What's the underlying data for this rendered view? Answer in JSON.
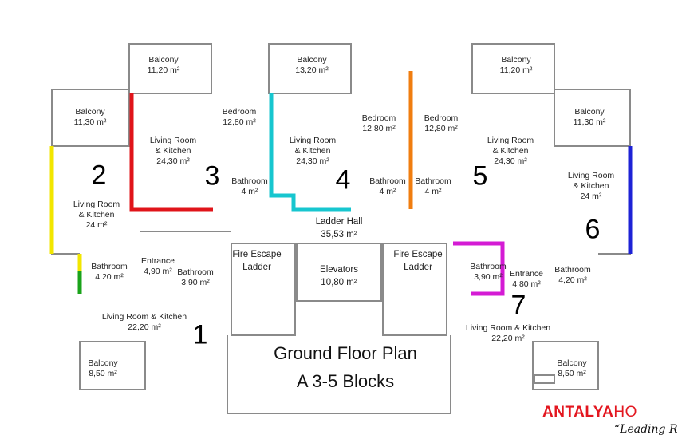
{
  "title": {
    "line1": "Ground Floor Plan",
    "line2": "A 3-5 Blocks"
  },
  "logo": {
    "brand_bold": "ANTALYA",
    "brand_thin": "HO",
    "tagline": "“Leading Real"
  },
  "colors": {
    "unit1": "#1aa31a",
    "unit2": "#f2e600",
    "unit3": "#e0141a",
    "unit4": "#17c6cf",
    "unit5": "#f07d0f",
    "unit6": "#1d22d6",
    "unit7": "#d41bd4",
    "wall": "#8a8a8a"
  },
  "units": [
    {
      "number": "1"
    },
    {
      "number": "2"
    },
    {
      "number": "3"
    },
    {
      "number": "4"
    },
    {
      "number": "5"
    },
    {
      "number": "6"
    },
    {
      "number": "7"
    }
  ],
  "rooms": {
    "balcony_u3": {
      "name": "Balcony",
      "area": "11,20 m²"
    },
    "balcony_u4": {
      "name": "Balcony",
      "area": "13,20 m²"
    },
    "balcony_u5": {
      "name": "Balcony",
      "area": "11,20 m²"
    },
    "balcony_u2": {
      "name": "Balcony",
      "area": "11,30 m²"
    },
    "balcony_u6": {
      "name": "Balcony",
      "area": "11,30 m²"
    },
    "bedroom_u3": {
      "name": "Bedroom",
      "area": "12,80 m²"
    },
    "bedroom_u4": {
      "name": "Bedroom",
      "area": "12,80 m²"
    },
    "bedroom_u5": {
      "name": "Bedroom",
      "area": "12,80 m²"
    },
    "living_u3": {
      "name1": "Living Room",
      "name2": "& Kitchen",
      "area": "24,30 m²"
    },
    "living_u4": {
      "name1": "Living Room",
      "name2": "& Kitchen",
      "area": "24,30 m²"
    },
    "living_u5": {
      "name1": "Living Room",
      "name2": "& Kitchen",
      "area": "24,30 m²"
    },
    "living_u2": {
      "name1": "Living Room",
      "name2": "& Kitchen",
      "area": "24 m²"
    },
    "living_u6": {
      "name1": "Living Room",
      "name2": "& Kitchen",
      "area": "24 m²"
    },
    "bath_u3": {
      "name": "Bathroom",
      "area": "4 m²"
    },
    "bath_u4": {
      "name": "Bathroom",
      "area": "4 m²"
    },
    "bath_u5": {
      "name": "Bathroom",
      "area": "4 m²"
    },
    "ladder_hall": {
      "name": "Ladder Hall",
      "area": "35,53 m²"
    },
    "fire_escape_left": {
      "name1": "Fire Escape",
      "name2": "Ladder"
    },
    "fire_escape_right": {
      "name1": "Fire Escape",
      "name2": "Ladder"
    },
    "elevators": {
      "name": "Elevators",
      "area": "10,80 m²"
    },
    "bath_u2": {
      "name": "Bathroom",
      "area": "4,20 m²"
    },
    "entrance_u1": {
      "name": "Entrance",
      "area": "4,90 m²"
    },
    "bath_u1": {
      "name": "Bathroom",
      "area": "3,90 m²"
    },
    "living_u1": {
      "name": "Living Room & Kitchen",
      "area": "22,20 m²"
    },
    "balcony_u1": {
      "name": "Balcony",
      "area": "8,50 m²"
    },
    "bath_u7": {
      "name": "Bathroom",
      "area": "3,90 m²"
    },
    "entrance_u7": {
      "name": "Entrance",
      "area": "4,80 m²"
    },
    "bath_u6": {
      "name": "Bathroom",
      "area": "4,20 m²"
    },
    "living_u7": {
      "name": "Living Room & Kitchen",
      "area": "22,20 m²"
    },
    "balcony_u7": {
      "name": "Balcony",
      "area": "8,50 m²"
    }
  }
}
